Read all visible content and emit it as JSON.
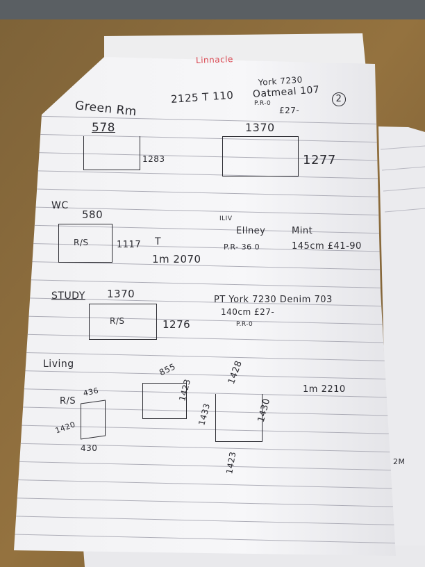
{
  "back_sheet": {
    "text": "Linnacle"
  },
  "page_number": "2",
  "header": {
    "dimensions": "2125 T 110",
    "product_line1": "York 7230",
    "product_line2": "Oatmeal 107",
    "pr": "P.R-0",
    "price": "£27-"
  },
  "green_room": {
    "label": "Green Rm",
    "box1": {
      "width": "578",
      "height": "1283"
    },
    "box2": {
      "width": "1370",
      "height": "1277"
    }
  },
  "wc": {
    "label": "WC",
    "width": "580",
    "inner": "R/S",
    "height": "1117",
    "t": "T",
    "total": "1m 2070",
    "note_small": "ILIV",
    "product": "Ellney",
    "colour": "Mint",
    "pr": "P.R- 36 0",
    "width_price": "145cm £41-90"
  },
  "study": {
    "label": "STUDY",
    "width": "1370",
    "inner": "R/S",
    "height": "1276",
    "product": "PT York 7230 Denim 703",
    "width_price": "140cm £27-",
    "pr": "P.R-0"
  },
  "living": {
    "label": "Living",
    "box1": {
      "inner": "R/S",
      "top": "436",
      "left": "1420",
      "bottom": "430"
    },
    "box2": {
      "top": "855",
      "right": "1423"
    },
    "box3": {
      "top": "1428",
      "left": "1433",
      "right": "1430",
      "bottom": "1423"
    },
    "total": "1m 2210"
  },
  "side_sheet": {
    "text": "2M"
  }
}
